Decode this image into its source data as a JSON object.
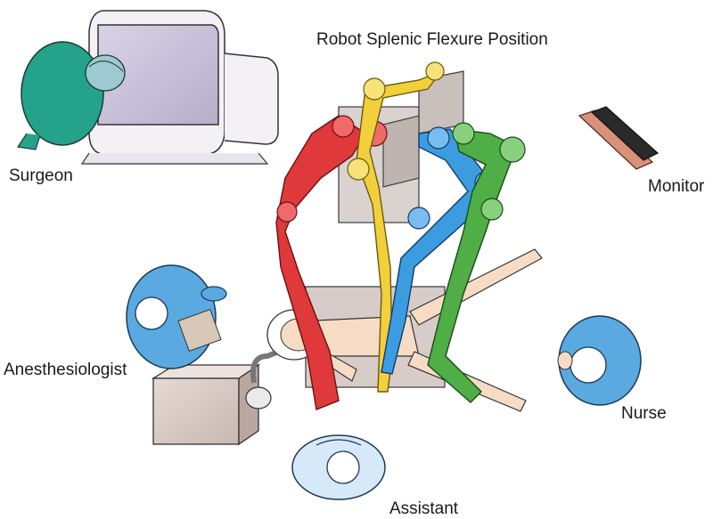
{
  "title": "Robot Splenic Flexure Position",
  "labels": {
    "surgeon": "Surgeon",
    "monitor": "Monitor",
    "anesthesiologist": "Anesthesiologist",
    "nurse": "Nurse",
    "assistant": "Assistant"
  },
  "colors": {
    "arm_red": "#e0393b",
    "arm_yellow": "#f2d03b",
    "arm_blue": "#3b9de0",
    "arm_green": "#4fae45",
    "scrubs_blue": "#5aa9e0",
    "scrubs_teal": "#25a28a",
    "console": "#c9c1d8",
    "furniture": "#ddd0cc",
    "skin": "#f7dcc5"
  }
}
